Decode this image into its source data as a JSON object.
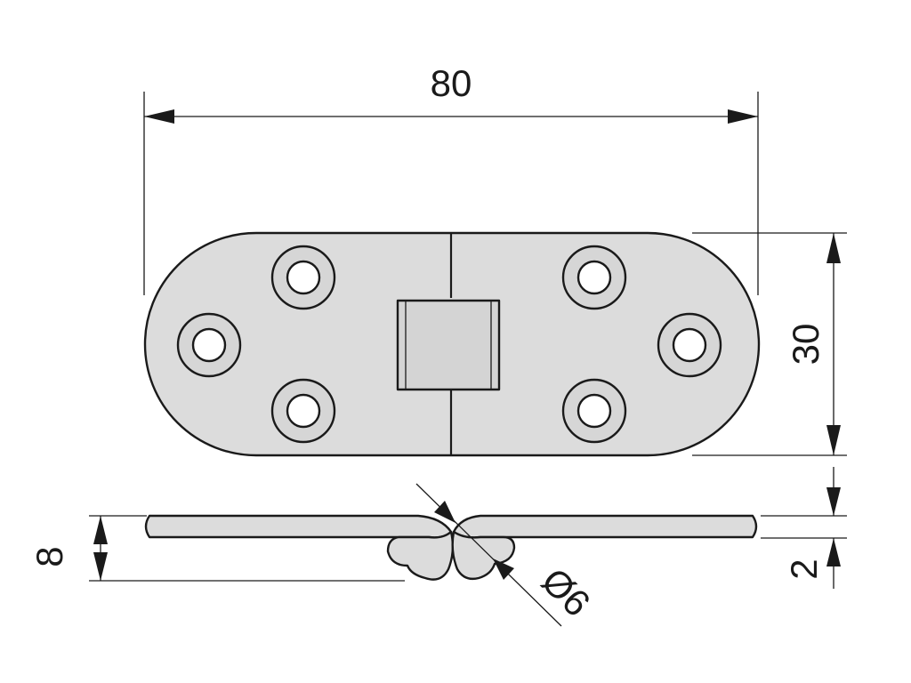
{
  "dimensions": {
    "length": "80",
    "width": "30",
    "height": "8",
    "thickness": "2",
    "pin_diameter": "Ø6"
  },
  "colors": {
    "metal_fill": "#dcdcdc",
    "line": "#1a1a1a",
    "background": "#ffffff"
  }
}
